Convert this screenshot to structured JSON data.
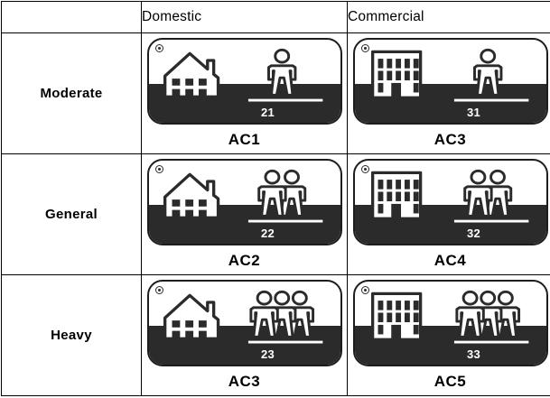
{
  "table": {
    "corner_label": "",
    "columns": [
      {
        "key": "domestic",
        "label": "Domestic"
      },
      {
        "key": "commercial",
        "label": "Commercial"
      }
    ],
    "rows": [
      {
        "label": "Moderate",
        "cells": [
          {
            "building": "house",
            "figures": 1,
            "number": "21",
            "code": "AC1",
            "mark": "registered-mark"
          },
          {
            "building": "office",
            "figures": 1,
            "number": "31",
            "code": "AC3",
            "mark": "registered-mark"
          }
        ]
      },
      {
        "label": "General",
        "cells": [
          {
            "building": "house",
            "figures": 2,
            "number": "22",
            "code": "AC2",
            "mark": "registered-mark"
          },
          {
            "building": "office",
            "figures": 2,
            "number": "32",
            "code": "AC4",
            "mark": "registered-mark"
          }
        ]
      },
      {
        "label": "Heavy",
        "cells": [
          {
            "building": "house",
            "figures": 3,
            "number": "23",
            "code": "AC3",
            "mark": "registered-mark"
          },
          {
            "building": "office",
            "figures": 3,
            "number": "33",
            "code": "AC5",
            "mark": "registered-mark"
          }
        ]
      }
    ]
  },
  "colors": {
    "ink": "#000000",
    "badge_dark": "#2b2b2b",
    "badge_light": "#ffffff"
  }
}
